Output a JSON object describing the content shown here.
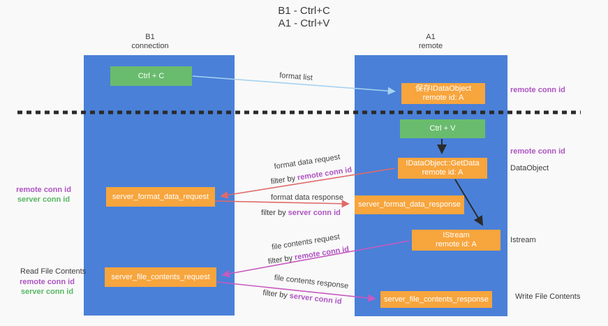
{
  "title": {
    "line1": "B1 - Ctrl+C",
    "line2": "A1 - Ctrl+V"
  },
  "columns": {
    "left": {
      "name": "B1",
      "subtitle": "connection"
    },
    "right": {
      "name": "A1",
      "subtitle": "remote"
    }
  },
  "boxes": {
    "ctrl_c": "Ctrl + C",
    "ctrl_v": "Ctrl + V",
    "save_dataobject": {
      "line1": "保存IDataObject",
      "line2": "remote id: A"
    },
    "getdata": {
      "line1": "IDataObject::GetData",
      "line2": "remote id: A"
    },
    "format_request": "server_format_data_request",
    "format_response": "server_format_data_response",
    "istream": {
      "line1": "IStream",
      "line2": "remote id: A"
    },
    "file_request": "server_file_contents_request",
    "file_response": "server_file_contents_response"
  },
  "arrow_labels": {
    "format_list": "format list",
    "format_data_request": "format data request",
    "format_data_response": "format data response",
    "file_contents_request": "file contents request",
    "file_contents_response": "file contents response",
    "filter_by": "filter by ",
    "remote_conn_id": "remote conn id",
    "server_conn_id": "server conn id"
  },
  "side_labels": {
    "remote_conn_id": "remote conn id",
    "server_conn_id": "server conn id",
    "dataobject": "DataObject",
    "istream": "Istream",
    "read_file_contents": "Read File Contents",
    "write_file_contents": "Write File Contents"
  },
  "connections": [
    {
      "from": "ctrl_c",
      "to": "save_dataobject",
      "label": "format list",
      "color": "light-blue"
    },
    {
      "from": "ctrl_v",
      "to": "getdata",
      "label": "",
      "color": "black"
    },
    {
      "from": "getdata",
      "to": "format_request",
      "label": "format data request / filter by remote conn id",
      "color": "red"
    },
    {
      "from": "format_request",
      "to": "format_response",
      "label": "format data response / filter by server conn id",
      "color": "red"
    },
    {
      "from": "getdata",
      "to": "istream",
      "label": "",
      "color": "black"
    },
    {
      "from": "istream",
      "to": "file_request",
      "label": "file contents request / filter by remote conn id",
      "color": "magenta"
    },
    {
      "from": "file_request",
      "to": "file_response",
      "label": "file contents response / filter by server conn id",
      "color": "magenta"
    }
  ],
  "colors": {
    "background": "#f9f9f9",
    "lifeline_blue": "#4a80d8",
    "box_orange": "#f7a53d",
    "box_green": "#69bc6d",
    "annotation_purple": "#ae54c2",
    "annotation_green": "#58b763",
    "arrow_red": "#e06a6a",
    "arrow_magenta": "#c75ac0",
    "arrow_light_blue": "#a6d1ef",
    "arrow_black": "#2b2b2b"
  }
}
